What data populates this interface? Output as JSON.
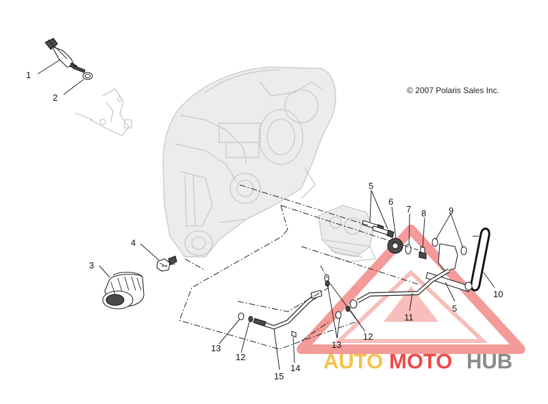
{
  "copyright": "© 2007 Polaris Sales Inc.",
  "callouts": [
    {
      "id": "1",
      "label": "1"
    },
    {
      "id": "2",
      "label": "2"
    },
    {
      "id": "3",
      "label": "3"
    },
    {
      "id": "4",
      "label": "4"
    },
    {
      "id": "5a",
      "label": "5"
    },
    {
      "id": "5b",
      "label": "5"
    },
    {
      "id": "6",
      "label": "6"
    },
    {
      "id": "7",
      "label": "7"
    },
    {
      "id": "8",
      "label": "8"
    },
    {
      "id": "9",
      "label": "9"
    },
    {
      "id": "10",
      "label": "10"
    },
    {
      "id": "11",
      "label": "11"
    },
    {
      "id": "12a",
      "label": "12"
    },
    {
      "id": "12b",
      "label": "12"
    },
    {
      "id": "13a",
      "label": "13"
    },
    {
      "id": "13b",
      "label": "13"
    },
    {
      "id": "14",
      "label": "14"
    },
    {
      "id": "15",
      "label": "15"
    }
  ],
  "watermark": {
    "part1": "AUTO",
    "part2": "MOTO",
    "part3": "HUB",
    "colors": {
      "auto": "#f5c24a",
      "moto": "#ee4a48",
      "hub": "#8a8a8a",
      "logo": "#ee4a48"
    }
  }
}
